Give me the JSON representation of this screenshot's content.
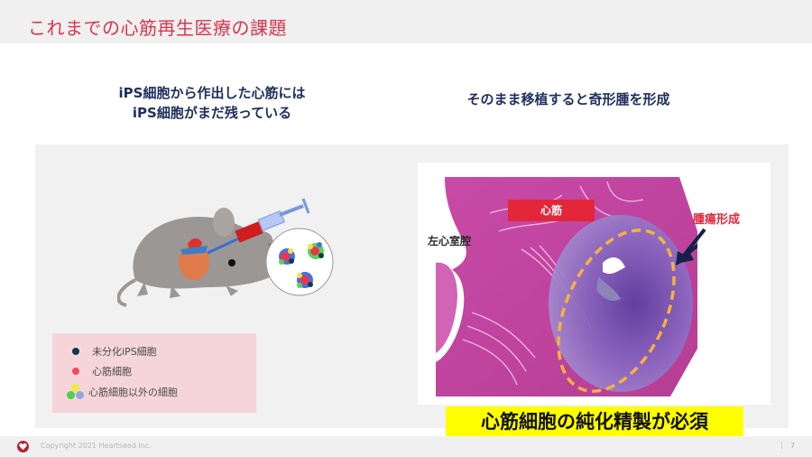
{
  "slide": {
    "title": "これまでの心筋再生医療の課題",
    "left_heading": {
      "line1": "iPS細胞から作出した心筋には",
      "line2": "iPS細胞がまだ残っている"
    },
    "right_heading": "そのまま移植すると奇形腫を形成",
    "illustration": {
      "subject": "mouse-with-heart-injection",
      "icons": [
        "mouse-icon",
        "heart-icon",
        "syringe-icon",
        "cell-cluster-icon"
      ]
    },
    "legend": {
      "items": [
        {
          "label": "未分化iPS細胞",
          "color": "#0f3a4a"
        },
        {
          "label": "心筋細胞",
          "color": "#ee4a62"
        },
        {
          "label": "心筋細胞以外の細胞",
          "colors": [
            "#eeee3a",
            "#4fcf4f",
            "#8fa8e0"
          ]
        }
      ]
    },
    "histology": {
      "label_myocardium": "心筋",
      "label_left_ventricle": "左心室腔",
      "label_tumor": "腫瘍形成",
      "tumor_outline_color": "#f3b33d",
      "arrow_color": "#15204a"
    },
    "callout": "心筋細胞の純化精製が必須"
  },
  "footer": {
    "copyright": "Copyright 2021 Heartseed Inc.",
    "separator": "|",
    "page_number": "7"
  },
  "colors": {
    "title": "#d8364f",
    "heading": "#1f2f5c",
    "accent_red": "#e3263a",
    "callout_bg": "#ffff00",
    "legend_bg": "#f5d5da"
  }
}
